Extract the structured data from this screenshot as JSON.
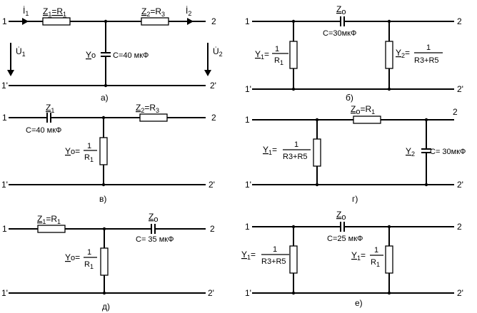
{
  "panels": {
    "a": {
      "caption": "а)",
      "n1": "1",
      "n1p": "1'",
      "n2": "2",
      "n2p": "2'",
      "i1": {
        "base": "İ",
        "sub": "1"
      },
      "i2": {
        "base": "İ",
        "sub": "2"
      },
      "u1": {
        "base": "U̇",
        "sub": "1"
      },
      "u2": {
        "base": "U̇",
        "sub": "2"
      },
      "z1": {
        "name": "Z",
        "sub": "1",
        "eq": "=R",
        "rsub": "1"
      },
      "z2": {
        "name": "Z",
        "sub": "2",
        "eq": "=R",
        "rsub": "3"
      },
      "y": {
        "name": "Y",
        "sub": "o"
      },
      "c": "C=40 мкФ"
    },
    "b": {
      "caption": "б)",
      "n1": "1",
      "n1p": "1'",
      "n2": "2",
      "n2p": "2'",
      "z": {
        "name": "Z",
        "sub": "o"
      },
      "c": "C=30мкФ",
      "y1": {
        "name": "Y",
        "sub": "1",
        "eq": "=",
        "num": "1",
        "den": "R",
        "densub": "1"
      },
      "y2": {
        "name": "Y",
        "sub": "2",
        "eq": "=",
        "num": "1",
        "den": "R3+R5"
      }
    },
    "v": {
      "caption": "в)",
      "n1": "1",
      "n1p": "1'",
      "n2": "2",
      "n2p": "2'",
      "z1": {
        "name": "Z",
        "sub": "1"
      },
      "c": "C=40 мкФ",
      "z2": {
        "name": "Z",
        "sub": "2",
        "eq": "=R",
        "rsub": "3"
      },
      "y": {
        "name": "Y",
        "sub": "o",
        "eq": "=",
        "num": "1",
        "den": "R",
        "densub": "1"
      }
    },
    "g": {
      "caption": "г)",
      "n1": "1",
      "n1p": "1'",
      "n2": "2",
      "n2p": "2'",
      "z": {
        "name": "Z",
        "sub": "o",
        "eq": "=R",
        "rsub": "1"
      },
      "y1": {
        "name": "Y",
        "sub": "1",
        "eq": "=",
        "num": "1",
        "den": "R3+R5"
      },
      "y2": {
        "name": "Y",
        "sub": "2"
      },
      "c": "C= 30мкФ"
    },
    "d": {
      "caption": "д)",
      "n1": "1",
      "n1p": "1'",
      "n2": "2",
      "n2p": "2'",
      "z1": {
        "name": "Z",
        "sub": "1",
        "eq": "=R",
        "rsub": "1"
      },
      "z": {
        "name": "Z",
        "sub": "o"
      },
      "c": "C= 35 мкФ",
      "y": {
        "name": "Y",
        "sub": "o",
        "eq": "=",
        "num": "1",
        "den": "R",
        "densub": "1"
      }
    },
    "e": {
      "caption": "е)",
      "n1": "1",
      "n1p": "1'",
      "n2": "2",
      "n2p": "2'",
      "z": {
        "name": "Z",
        "sub": "o"
      },
      "c": "C=25 мкФ",
      "y1": {
        "name": "Y",
        "sub": "1",
        "eq": "=",
        "num": "1",
        "den": "R3+R5"
      },
      "y1r": {
        "name": "Y",
        "sub": "1",
        "eq": "=",
        "num": "1",
        "den": "R",
        "densub": "1"
      }
    }
  }
}
